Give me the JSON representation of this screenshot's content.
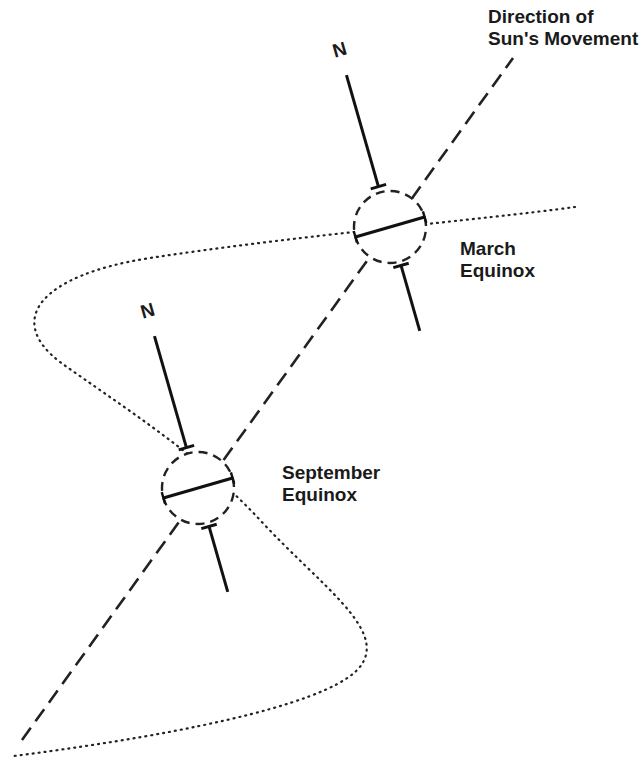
{
  "diagram": {
    "labels": [
      "Direction of Sun's Movement",
      "N",
      "March Equinox",
      "N",
      "September Equinox"
    ]
  }
}
